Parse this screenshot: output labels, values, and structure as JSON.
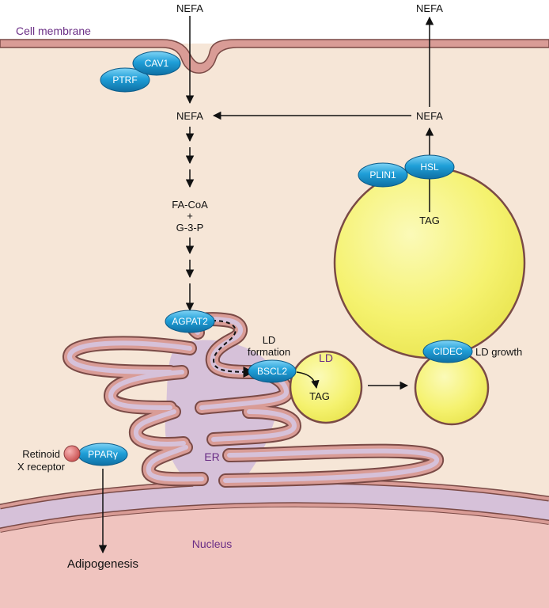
{
  "colors": {
    "cytoplasm": "#f6e6d7",
    "membrane": "#d99c96",
    "membrane_edge": "#7a4a46",
    "nucleus": "#f0c4bf",
    "er_lumen": "#d6c1d9",
    "lipid_droplet": "#f4f06a",
    "protein": "#1f9fd8",
    "rxr": "#e07474",
    "label_purple": "#6b2f86"
  },
  "labels": {
    "cell_membrane": "Cell membrane",
    "nefa_top_left": "NEFA",
    "nefa_top_right": "NEFA",
    "nefa_mid_left": "NEFA",
    "nefa_mid_right": "NEFA",
    "fa_coa": "FA-CoA",
    "plus": "+",
    "g3p": "G-3-P",
    "tag_big": "TAG",
    "tag_small": "TAG",
    "ld": "LD",
    "ld_formation_1": "LD",
    "ld_formation_2": "formation",
    "ld_growth": "LD growth",
    "er": "ER",
    "nucleus": "Nucleus",
    "retinoid_1": "Retinoid",
    "retinoid_2": "X receptor",
    "adipogenesis": "Adipogenesis"
  },
  "proteins": {
    "cav1": "CAV1",
    "ptrf": "PTRF",
    "plin1": "PLIN1",
    "hsl": "HSL",
    "agpat2": "AGPAT2",
    "bscl2": "BSCL2",
    "cidec": "CIDEC",
    "ppar": "PPARγ"
  }
}
